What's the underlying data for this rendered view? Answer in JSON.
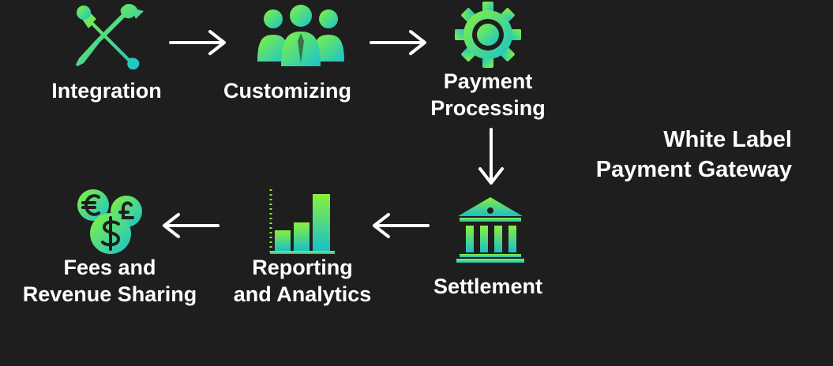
{
  "diagram": {
    "title_line1": "White Label",
    "title_line2": "Payment Gateway",
    "steps": [
      {
        "label": "Integration",
        "icon": "wrench-screwdriver-icon"
      },
      {
        "label": "Customizing",
        "icon": "people-group-icon"
      },
      {
        "label_line1": "Payment",
        "label_line2": "Processing",
        "icon": "gear-icon"
      },
      {
        "label": "Settlement",
        "icon": "bank-building-icon"
      },
      {
        "label_line1": "Reporting",
        "label_line2": "and Analytics",
        "icon": "bar-chart-icon"
      },
      {
        "label_line1": "Fees and",
        "label_line2": "Revenue Sharing",
        "icon": "coins-icon"
      }
    ],
    "colors": {
      "background": "#1e1e1e",
      "gradient_start": "#7cf04a",
      "gradient_end": "#1ec8c8",
      "text": "#ffffff"
    }
  }
}
